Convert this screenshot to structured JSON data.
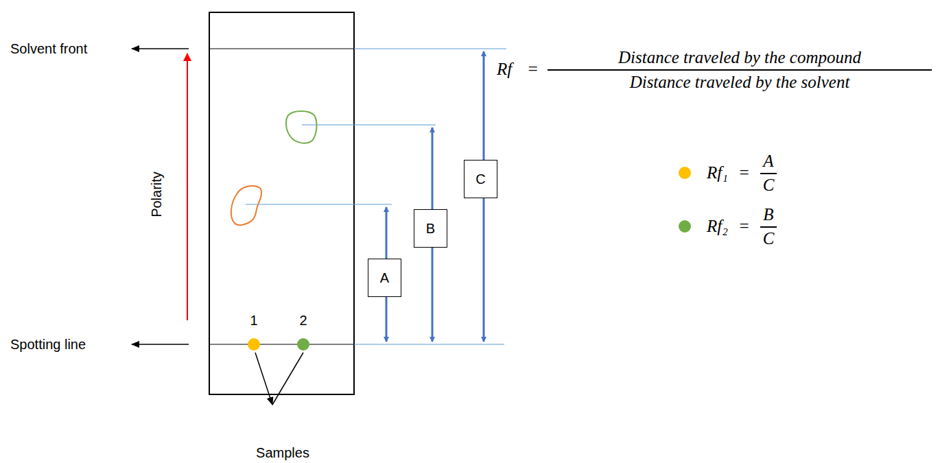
{
  "diagram": {
    "nodes": [
      {
        "text": [
          "A"
        ]
      },
      {
        "text": [
          "B"
        ]
      },
      {
        "text": [
          "C"
        ]
      }
    ],
    "labels": [
      "Solvent front",
      "Spotting line",
      "Polarity",
      "1",
      "2",
      "Samples",
      "Rf",
      "=",
      "Distance traveled by the compound",
      "Distance traveled by the solvent",
      "=",
      "A",
      "C",
      "=",
      "B",
      "C"
    ],
    "legend": [
      {
        "text": "Rf₁",
        "color": "#ffc000"
      },
      {
        "text": "Rf₂",
        "color": "#70ad47"
      }
    ]
  }
}
